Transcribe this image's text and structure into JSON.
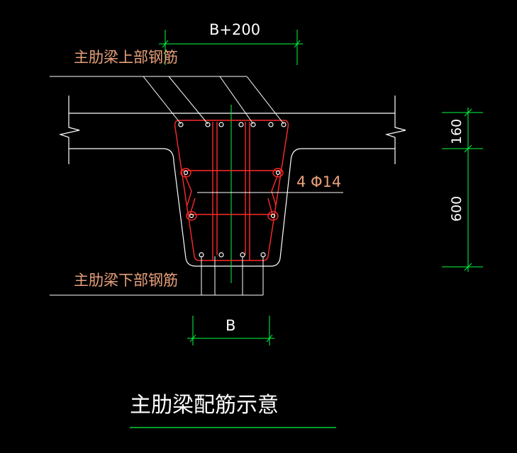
{
  "colors": {
    "background": "#000000",
    "outline": "#ffffff",
    "rebar": "#ff2a2a",
    "dimension": "#00ff40",
    "leader_text": "#e8a07a",
    "dim_text": "#ffffff",
    "title_text": "#ffffff",
    "title_underline": "#00ff40",
    "center_line": "#00ff40"
  },
  "labels": {
    "top_width_dim": "B+200",
    "top_rebar": "主肋梁上部钢筋",
    "side_rebar": "4 Φ14",
    "bottom_rebar": "主肋梁下部钢筋",
    "bottom_width_dim": "B",
    "slab_dim": "160",
    "web_dim": "600",
    "title": "主肋梁配筋示意"
  }
}
